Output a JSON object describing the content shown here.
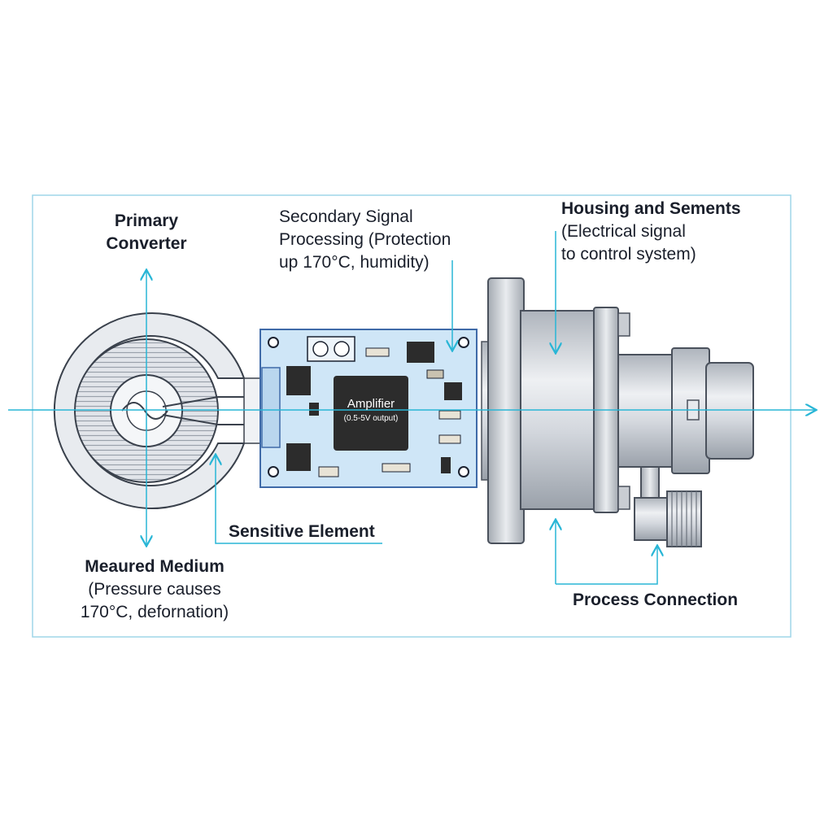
{
  "labels": {
    "primary_converter": [
      "Primary",
      "Converter"
    ],
    "secondary_signal": [
      "Secondary Signal",
      "Processing (Protection",
      "up 170°C, humidity)"
    ],
    "housing": {
      "title": "Housing and Sements",
      "lines": [
        "(Electrical signal",
        "to control system)"
      ]
    },
    "sensitive_element": "Sensitive Element",
    "measured_medium": {
      "title": "Meaured Medium",
      "lines": [
        "(Pressure causes",
        "170°C, defornation)"
      ]
    },
    "process_connection": "Process Connection"
  },
  "chip": {
    "title": "Amplifier",
    "subtitle": "(0.5-5V output)"
  },
  "colors": {
    "accent": "#29b6d6",
    "frame": "#9fd6e8",
    "pcb": "#cfe6f7",
    "pcb_border": "#3f6aa8",
    "chip": "#2c2c2c",
    "metal": "#c8ccd2"
  }
}
